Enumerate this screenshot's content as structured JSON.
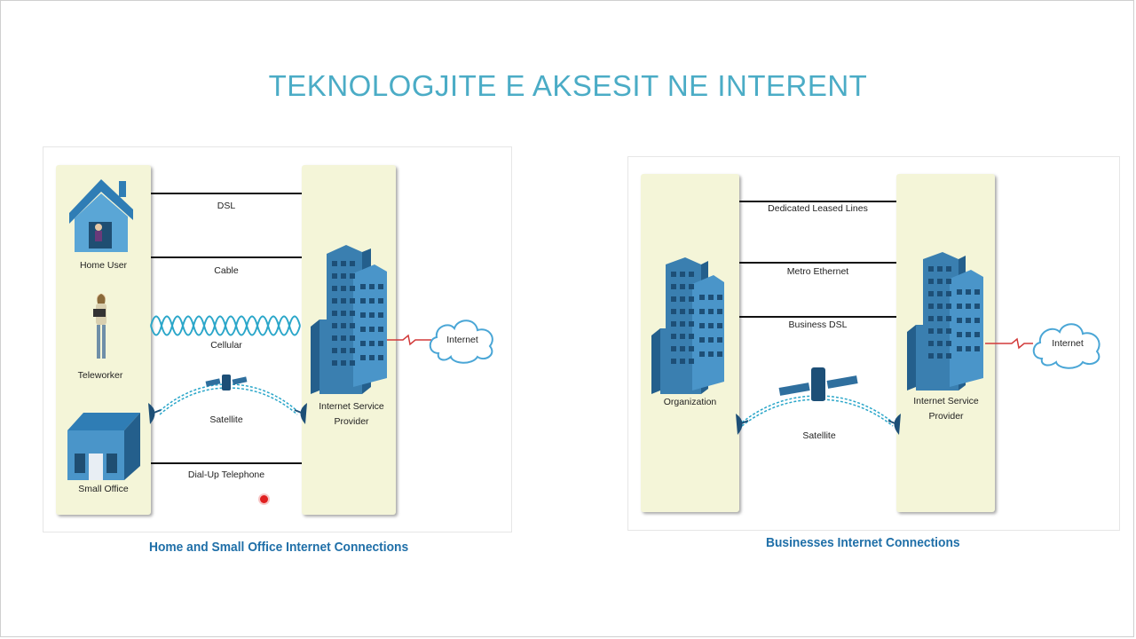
{
  "title": "TEKNOLOGJITE E AKSESIT NE INTERENT",
  "left": {
    "caption": "Home and Small Office Internet Connections",
    "nodes": {
      "home_user": "Home User",
      "teleworker": "Teleworker",
      "small_office": "Small Office",
      "isp": "Internet Service Provider",
      "internet": "Internet"
    },
    "links": {
      "dsl": "DSL",
      "cable": "Cable",
      "cellular": "Cellular",
      "satellite": "Satellite",
      "dialup": "Dial-Up Telephone"
    }
  },
  "right": {
    "caption": "Businesses Internet Connections",
    "nodes": {
      "organization": "Organization",
      "isp": "Internet Service Provider",
      "internet": "Internet"
    },
    "links": {
      "leased": "Dedicated Leased Lines",
      "metro": "Metro Ethernet",
      "business_dsl": "Business DSL",
      "satellite": "Satellite"
    }
  },
  "colors": {
    "title": "#4bacc6",
    "caption": "#1f6fa8",
    "column": "#f4f5d8",
    "building": "#3a7fb0",
    "wave": "#2aa6c9"
  }
}
